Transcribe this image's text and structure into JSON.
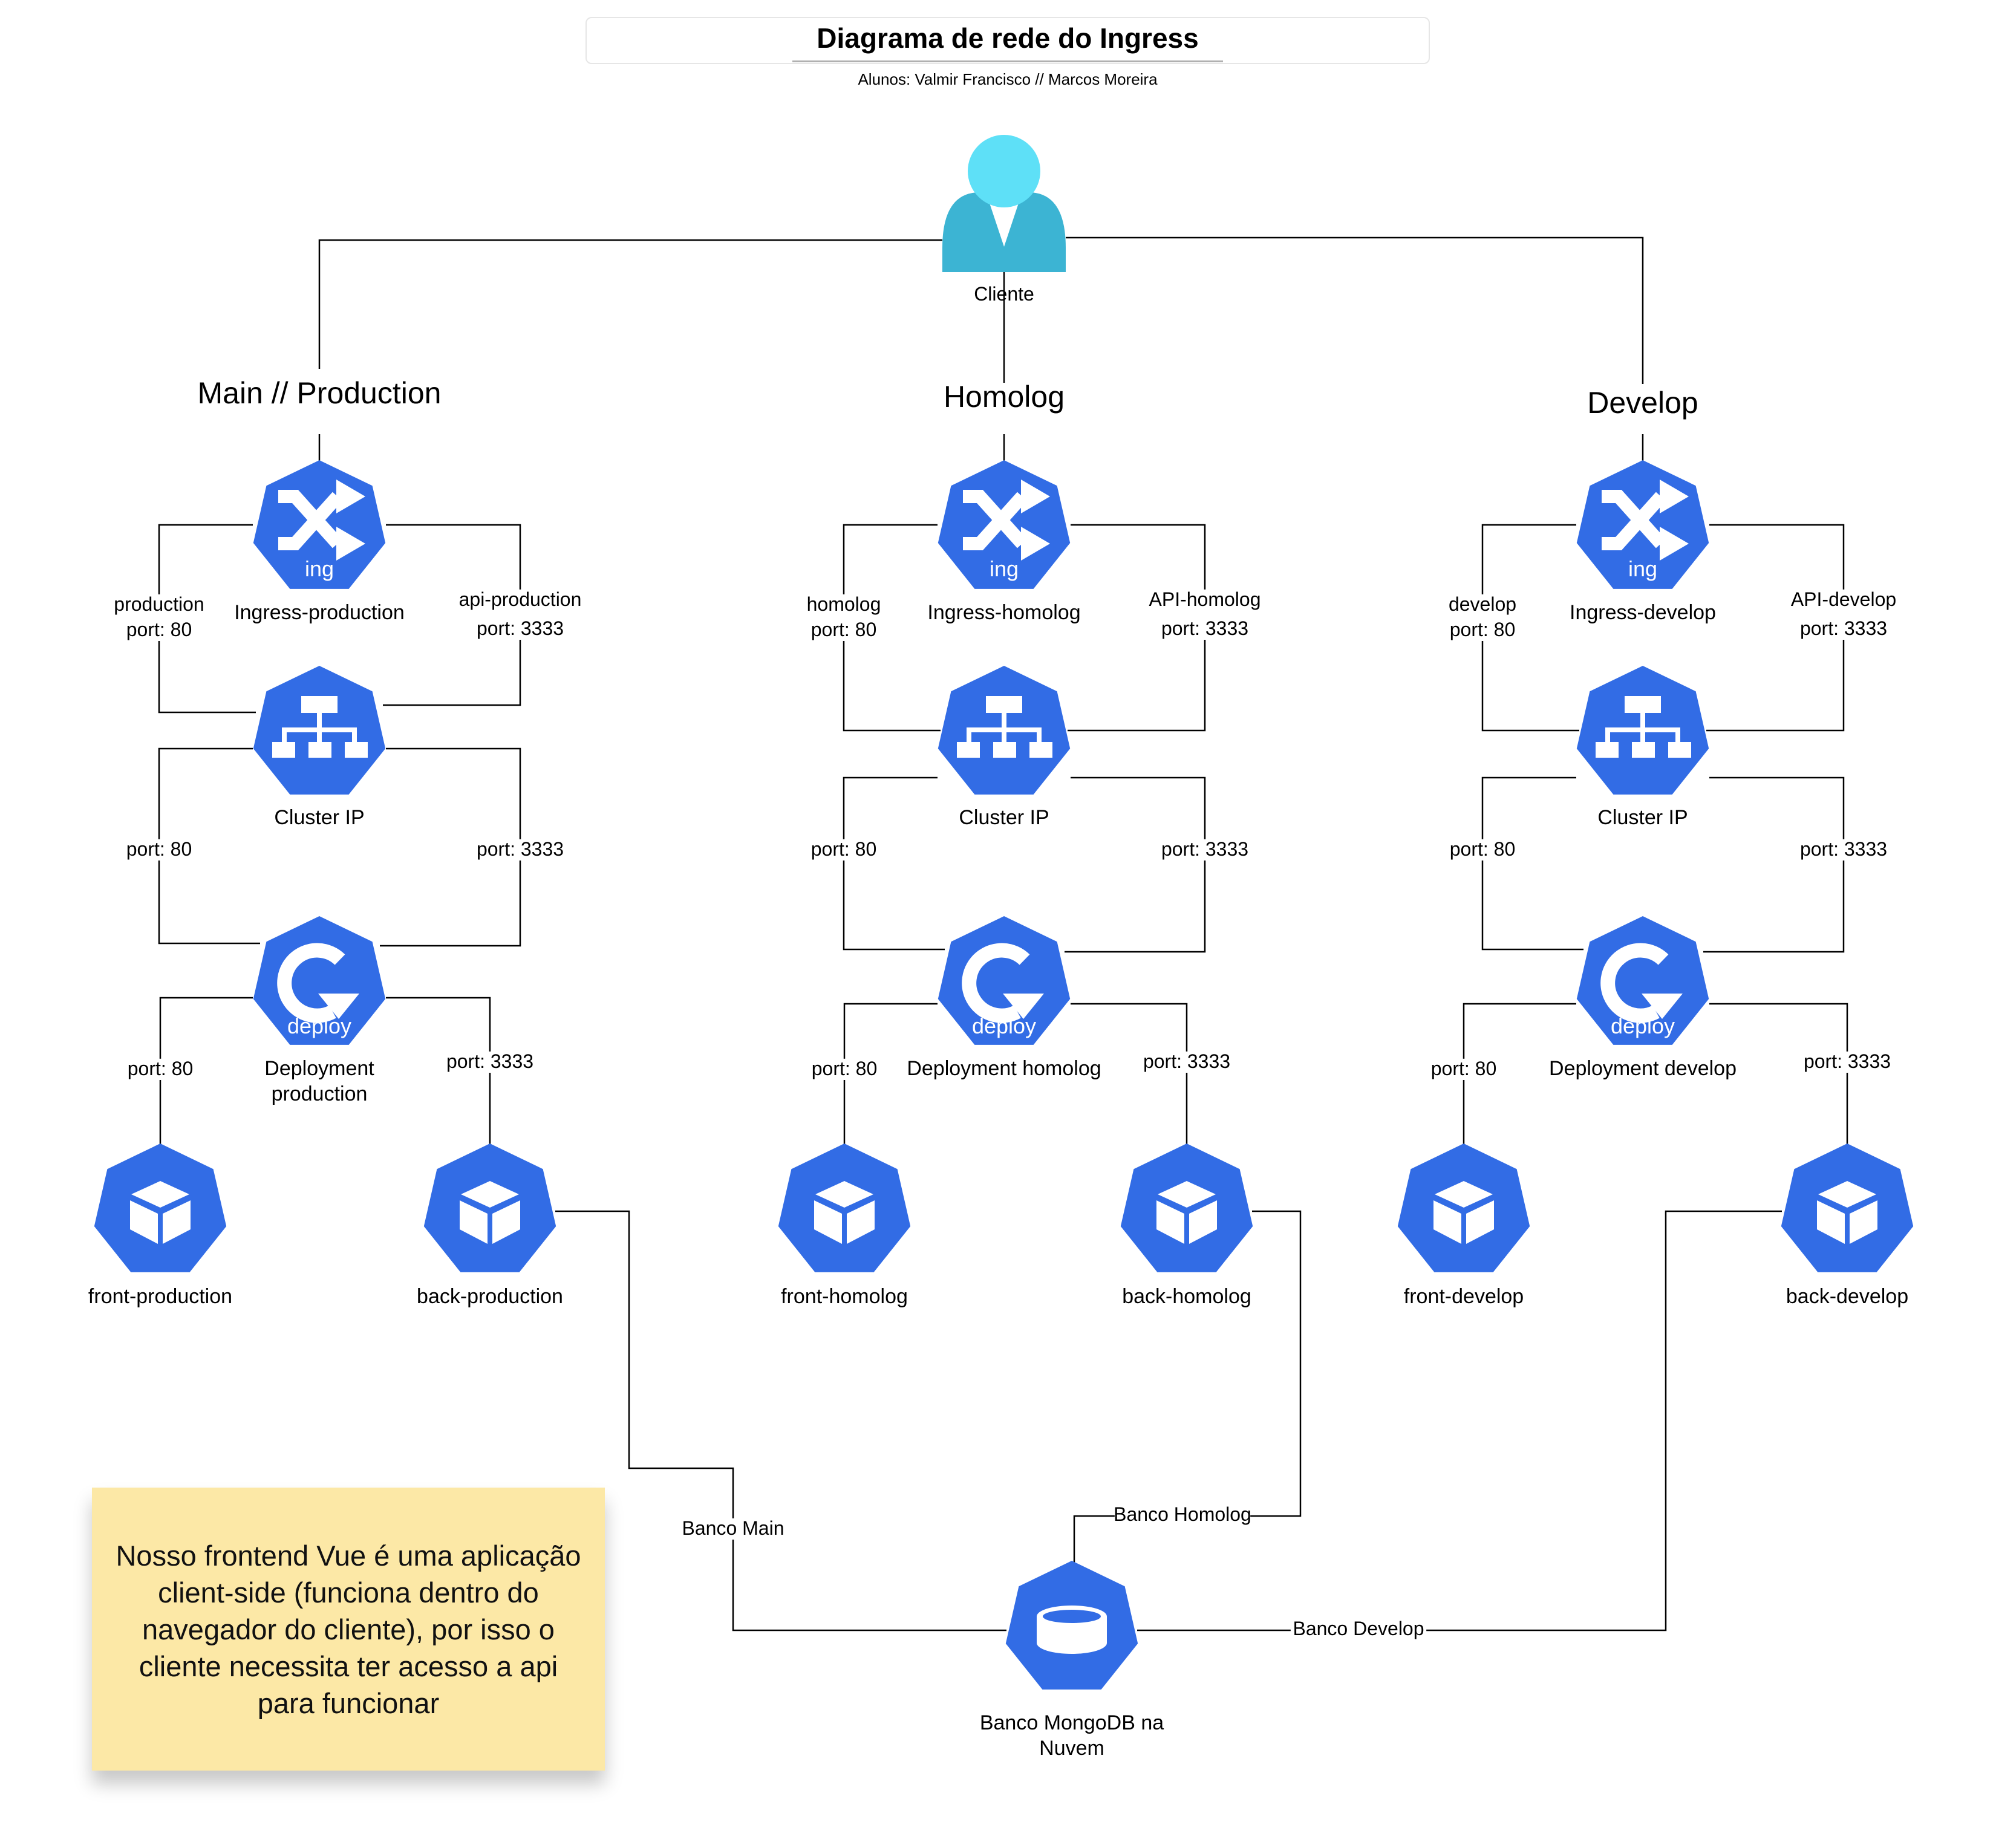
{
  "title": "Diagrama de rede do Ingress",
  "subtitle": "Alunos: Valmir Francisco // Marcos Moreira",
  "client": {
    "label": "Cliente",
    "icon": "user-icon"
  },
  "note": "Nosso frontend Vue é uma aplicação client-side (funciona dentro do navegador do cliente), por isso o cliente necessita ter acesso a api para funcionar",
  "database": {
    "label": "Banco MongoDB na Nuvem",
    "icon": "database-icon"
  },
  "environments": [
    {
      "id": "production",
      "name": "Main // Production",
      "ingress": {
        "label": "Ingress-production",
        "badge": "ing"
      },
      "ingress_front_link": "production\nport: 80",
      "ingress_back_link": "api-production\nport: 3333",
      "cluster_ip": "Cluster IP",
      "cluster_front_port": "port: 80",
      "cluster_back_port": "port: 3333",
      "deployment": {
        "label": "Deployment\nproduction",
        "badge": "deploy"
      },
      "deploy_front_port": "port: 80",
      "deploy_back_port": "port: 3333",
      "front_pod": "front-production",
      "back_pod": "back-production",
      "db_link": "Banco Main"
    },
    {
      "id": "homolog",
      "name": "Homolog",
      "ingress": {
        "label": "Ingress-homolog",
        "badge": "ing"
      },
      "ingress_front_link": "homolog\nport: 80",
      "ingress_back_link": "API-homolog\nport: 3333",
      "cluster_ip": "Cluster IP",
      "cluster_front_port": "port: 80",
      "cluster_back_port": "port: 3333",
      "deployment": {
        "label": "Deployment homolog",
        "badge": "deploy"
      },
      "deploy_front_port": "port: 80",
      "deploy_back_port": "port: 3333",
      "front_pod": "front-homolog",
      "back_pod": "back-homolog",
      "db_link": "Banco Homolog"
    },
    {
      "id": "develop",
      "name": "Develop",
      "ingress": {
        "label": "Ingress-develop",
        "badge": "ing"
      },
      "ingress_front_link": "develop\nport: 80",
      "ingress_back_link": "API-develop\nport: 3333",
      "cluster_ip": "Cluster IP",
      "cluster_front_port": "port: 80",
      "cluster_back_port": "port: 3333",
      "deployment": {
        "label": "Deployment develop",
        "badge": "deploy"
      },
      "deploy_front_port": "port: 80",
      "deploy_back_port": "port: 3333",
      "front_pod": "front-develop",
      "back_pod": "back-develop",
      "db_link": "Banco Develop"
    }
  ],
  "colors": {
    "k8s_blue": "#326ce5",
    "client_head": "#5ee0f7",
    "client_body": "#3cb4d3",
    "note_bg": "#fce8a6",
    "line": "#000000"
  }
}
